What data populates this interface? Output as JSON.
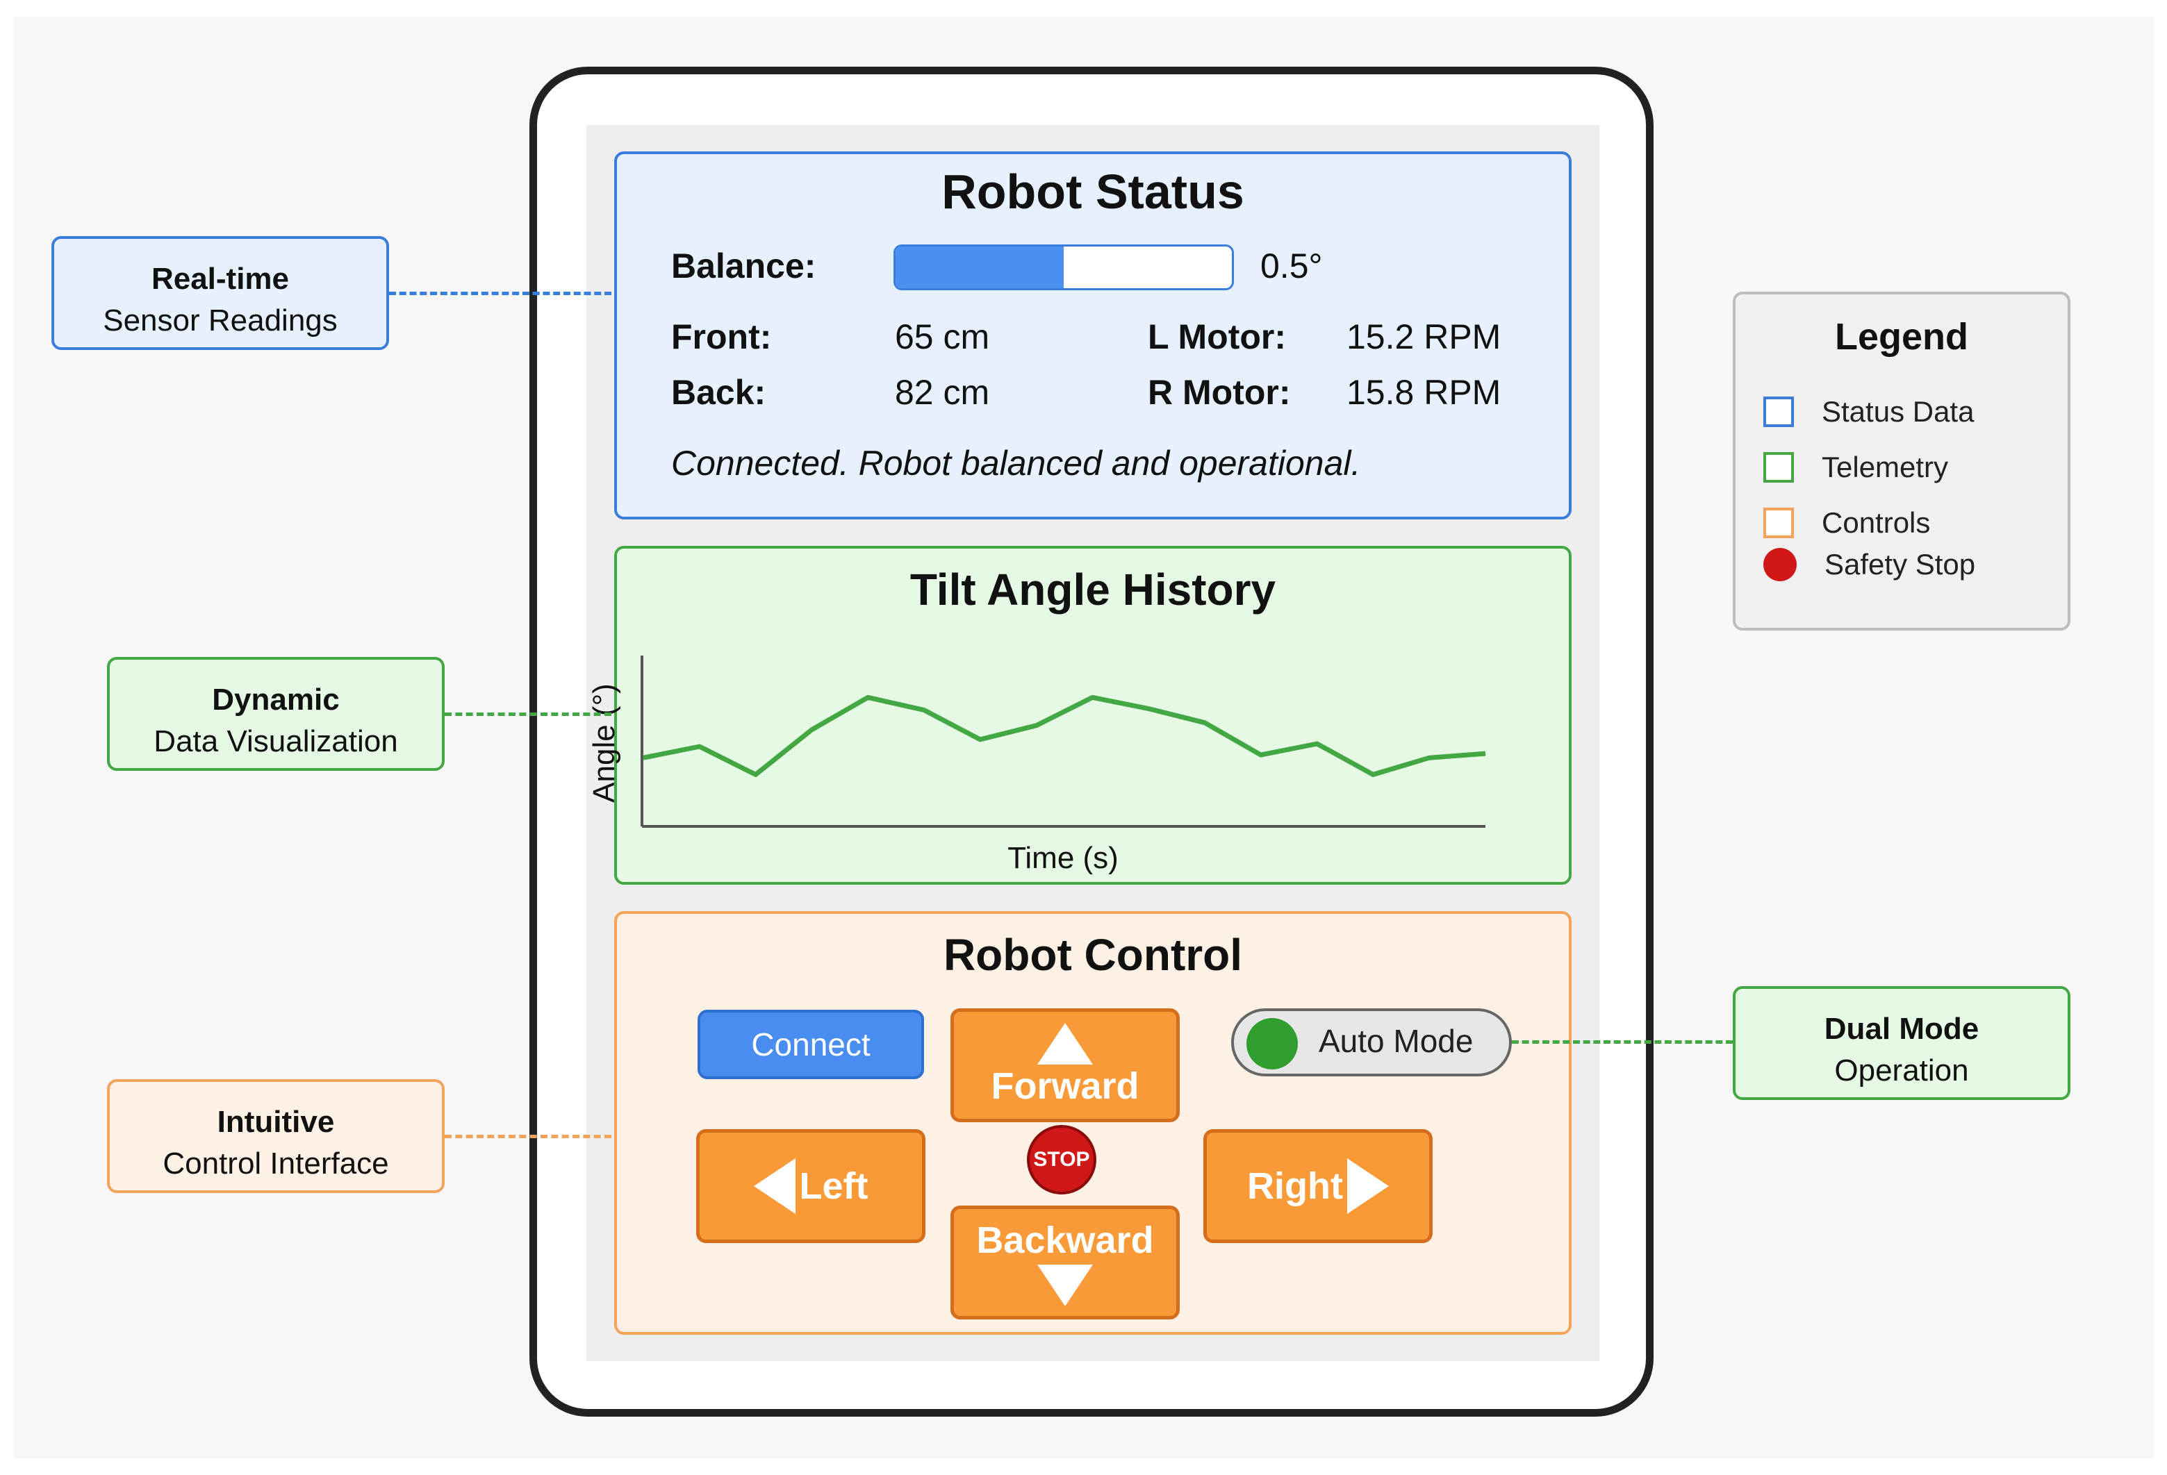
{
  "status": {
    "title": "Robot Status",
    "balance_label": "Balance:",
    "balance_fill_fraction": 0.5,
    "balance_value": "0.5°",
    "front_label": "Front:",
    "front_value": "65 cm",
    "back_label": "Back:",
    "back_value": "82 cm",
    "lmotor_label": "L Motor:",
    "lmotor_value": "15.2 RPM",
    "rmotor_label": "R Motor:",
    "rmotor_value": "15.8 RPM",
    "message": "Connected. Robot balanced and operational."
  },
  "tilt": {
    "title": "Tilt Angle History",
    "xlabel": "Time (s)",
    "ylabel": "Angle (°)"
  },
  "chart_data": {
    "type": "line",
    "title": "Tilt Angle History",
    "xlabel": "Time (s)",
    "ylabel": "Angle (°)",
    "grid": false,
    "values": [
      0.42,
      0.5,
      0.3,
      0.62,
      0.85,
      0.76,
      0.55,
      0.65,
      0.85,
      0.77,
      0.67,
      0.44,
      0.52,
      0.3,
      0.42,
      0.45
    ]
  },
  "control": {
    "title": "Robot Control",
    "connect_label": "Connect",
    "forward_label": "Forward",
    "backward_label": "Backward",
    "left_label": "Left",
    "right_label": "Right",
    "stop_label": "STOP",
    "auto_mode_label": "Auto Mode"
  },
  "callouts": {
    "realtime": {
      "heading": "Real-time",
      "sub": "Sensor Readings"
    },
    "dynamic": {
      "heading": "Dynamic",
      "sub": "Data Visualization"
    },
    "intuitive": {
      "heading": "Intuitive",
      "sub": "Control Interface"
    },
    "dual": {
      "heading": "Dual Mode",
      "sub": "Operation"
    }
  },
  "legend": {
    "title": "Legend",
    "items": [
      {
        "label": "Status Data",
        "color": "#3a7edb"
      },
      {
        "label": "Telemetry",
        "color": "#43a843"
      },
      {
        "label": "Controls",
        "color": "#f4a45a"
      },
      {
        "label": "Safety Stop",
        "color": "#d01818"
      }
    ]
  },
  "colors": {
    "status_blue": "#3a7edb",
    "telemetry_green": "#43a843",
    "controls_orange": "#f89a38",
    "stop_red": "#d01818",
    "connect_blue": "#4a8df0"
  }
}
